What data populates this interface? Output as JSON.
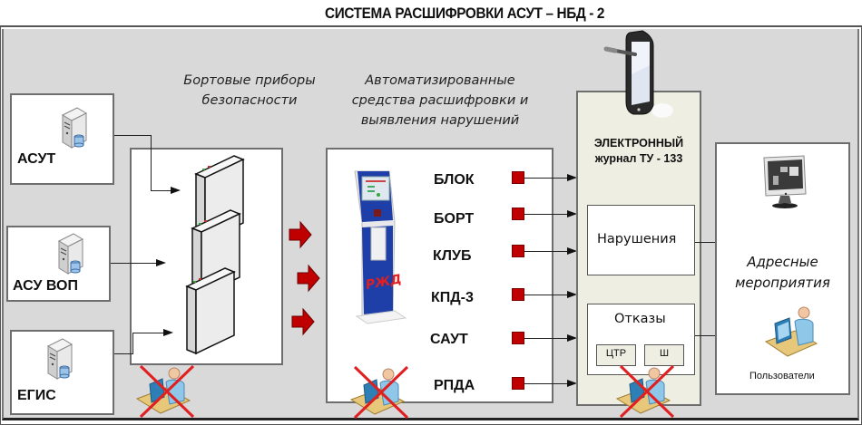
{
  "title": "СИСТЕМА РАСШИФРОВКИ АСУТ – НБД - 2",
  "sections": {
    "onboard_devices_heading": [
      "Бортовые приборы",
      "безопасности"
    ],
    "decoding_tools_heading": [
      "Автоматизированные",
      "средства расшифровки и",
      "выявления нарушений"
    ]
  },
  "sources": [
    {
      "label": "АСУТ",
      "icon": "server-database-icon"
    },
    {
      "label": "АСУ ВОП",
      "icon": "server-database-icon"
    },
    {
      "label": "ЕГИС",
      "icon": "server-database-icon"
    }
  ],
  "protocols": [
    "БЛОК",
    "БОРТ",
    "КЛУБ",
    "КПД-3",
    "САУТ",
    "РПДА"
  ],
  "journal": {
    "title_line1": "ЭЛЕКТРОННЫЙ",
    "title_line2": "журнал ТУ - 133",
    "violations_label": "Нарушения",
    "failures_label": "Отказы",
    "failure_types": [
      "ЦТР",
      "Ш"
    ]
  },
  "output": {
    "heading": [
      "Адресные",
      "мероприятия"
    ],
    "users_label": "Пользователи"
  },
  "colors": {
    "background": "#d9d9d9",
    "journal_bg": "#eeeee2",
    "marker_red": "#c00000",
    "kiosk_blue": "#1f3fa8",
    "cross_red": "#e02020"
  }
}
